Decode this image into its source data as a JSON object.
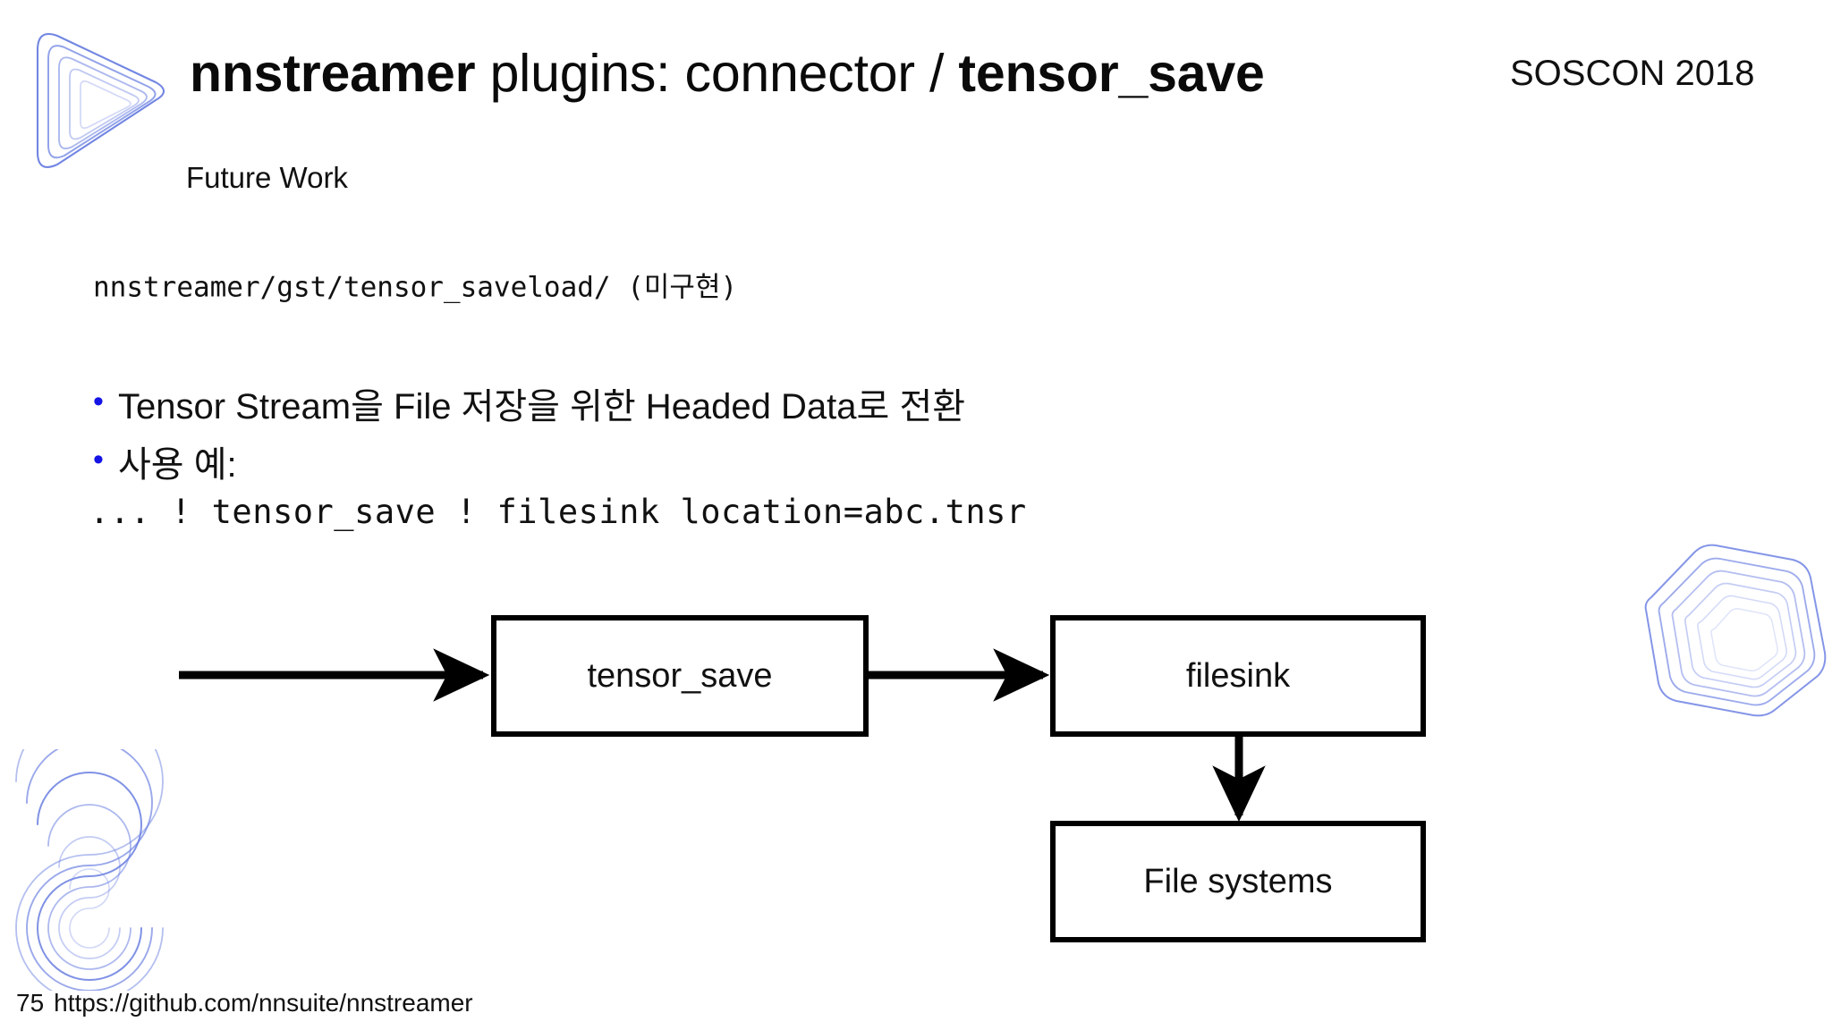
{
  "slide": {
    "title_bold_1": "nnstreamer",
    "title_normal": " plugins: connector / ",
    "title_bold_2": "tensor_save",
    "event": "SOSCON 2018",
    "subtitle": "Future Work",
    "path_line": "nnstreamer/gst/tensor_saveload/ (미구현)",
    "bullets": [
      "Tensor Stream을 File 저장을 위한 Headed Data로 전환",
      "사용 예:"
    ],
    "bullet_marker": "•",
    "code_line": "... ! tensor_save ! filesink location=abc.tnsr"
  },
  "diagram": {
    "nodes": [
      {
        "id": "tensor_save",
        "label": "tensor_save"
      },
      {
        "id": "filesink",
        "label": "filesink"
      },
      {
        "id": "file_systems",
        "label": "File systems"
      }
    ],
    "edges": [
      {
        "from": "",
        "to": "tensor_save"
      },
      {
        "from": "tensor_save",
        "to": "filesink"
      },
      {
        "from": "filesink",
        "to": "file_systems"
      }
    ]
  },
  "footer": {
    "page_number": "75",
    "url": "https://github.com/nnsuite/nnstreamer"
  },
  "colors": {
    "accent_blue": "#1414e6",
    "logo_blue": "#5b6fd8",
    "text": "#111111",
    "background": "#ffffff",
    "stroke": "#000000"
  },
  "icons": {
    "logo_topleft": "nnstreamer-play-triangle-logo",
    "deco_right": "nested-hexagon-mark",
    "deco_bottomleft": "nested-s-spiral-mark"
  }
}
